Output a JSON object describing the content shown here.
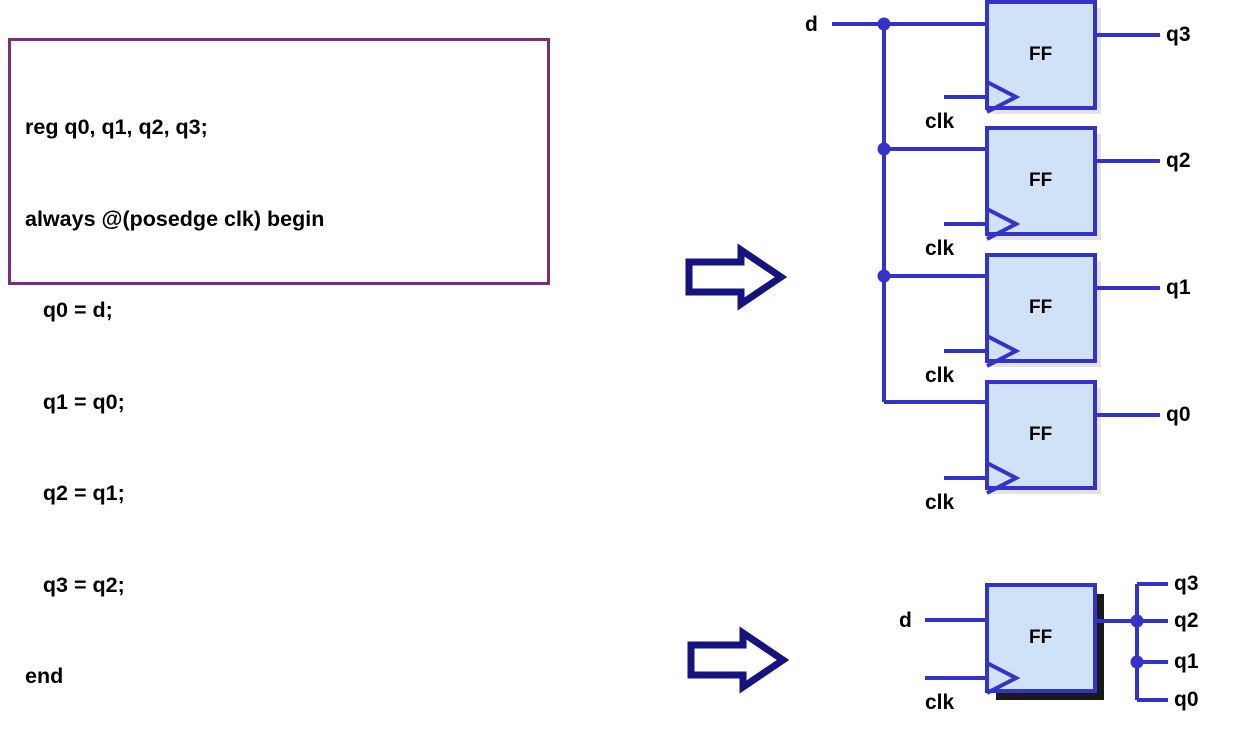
{
  "code_panel": {
    "border_color": "#7B2D7B",
    "lines": [
      "reg q0, q1, q2, q3;",
      "always @(posedge clk) begin",
      "   q0 = d;",
      "   q1 = q0;",
      "   q2 = q1;",
      "   q3 = q2;",
      "end"
    ]
  },
  "colors": {
    "wire": "#3333CC",
    "ff_fill": "#CFE2F8",
    "ff_stroke": "#3333CC",
    "arrow_stroke": "#14137F",
    "code_border": "#7B2D7B",
    "text": "#000000"
  },
  "arrows": [
    {
      "name": "arrow-to-shift-register",
      "label": ""
    },
    {
      "name": "arrow-to-single-ff",
      "label": ""
    }
  ],
  "shift_register": {
    "input_label": "d",
    "flipflops": [
      {
        "name": "FF",
        "output_label": "q3",
        "clock_label": "clk"
      },
      {
        "name": "FF",
        "output_label": "q2",
        "clock_label": "clk"
      },
      {
        "name": "FF",
        "output_label": "q1",
        "clock_label": "clk"
      },
      {
        "name": "FF",
        "output_label": "q0",
        "clock_label": "clk"
      }
    ]
  },
  "single_ff": {
    "input_label": "d",
    "clock_label": "clk",
    "name": "FF",
    "output_labels": [
      "q3",
      "q2",
      "q1",
      "q0"
    ]
  }
}
